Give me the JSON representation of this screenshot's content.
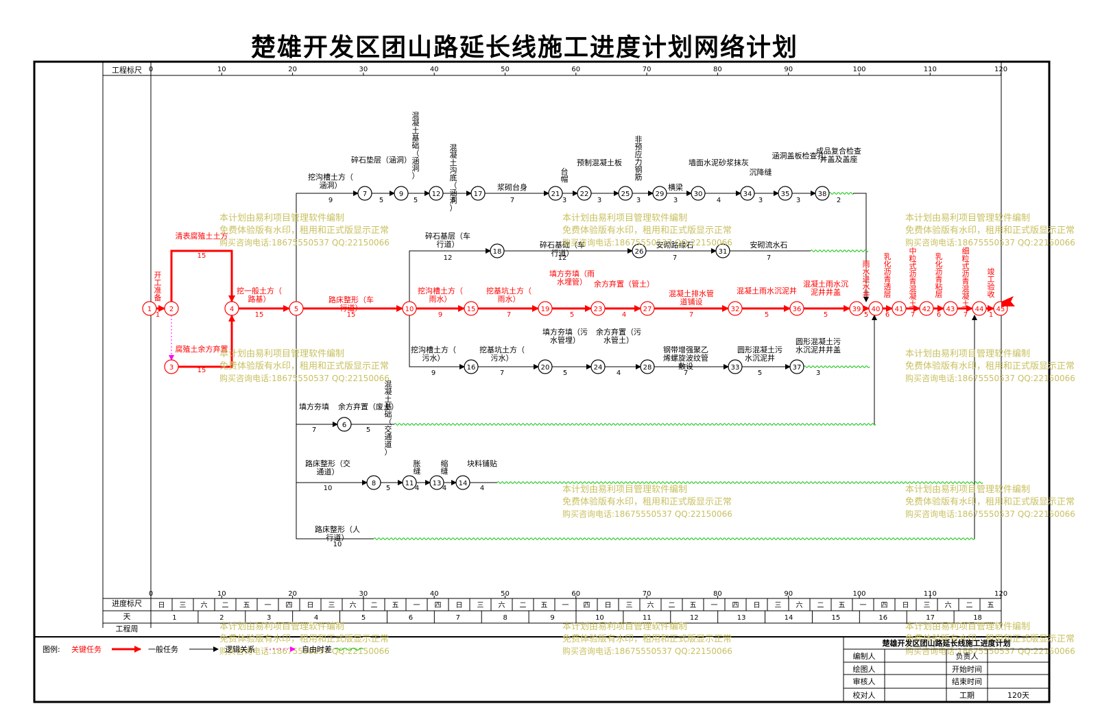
{
  "title": "楚雄开发区团山路延长线施工进度计划网络计划",
  "scale": {
    "top_label": "工程标尺",
    "bottom_label": "进度标尺",
    "ticks": [
      "0",
      "10",
      "20",
      "30",
      "40",
      "50",
      "60",
      "70",
      "80",
      "90",
      "100",
      "110",
      "120"
    ]
  },
  "calendar": {
    "day_label": "天",
    "week_label": "工程周",
    "weekday_cells": [
      "日",
      "三",
      "六",
      "二",
      "五",
      "一",
      "四",
      "日",
      "三",
      "六",
      "二",
      "五",
      "一",
      "四",
      "日",
      "三",
      "六",
      "二",
      "五",
      "一",
      "四",
      "日",
      "三",
      "六",
      "二",
      "五",
      "一",
      "四",
      "日",
      "三",
      "六",
      "二",
      "五",
      "一",
      "四",
      "日",
      "三",
      "六",
      "二",
      "五"
    ],
    "week_numbers": [
      "1",
      "2",
      "3",
      "4",
      "5",
      "6",
      "7",
      "8",
      "9",
      "10",
      "11",
      "12",
      "13",
      "14",
      "15",
      "16",
      "17",
      "18"
    ]
  },
  "nodes": [
    "1",
    "2",
    "3",
    "4",
    "5",
    "6",
    "7",
    "8",
    "9",
    "10",
    "11",
    "12",
    "13",
    "14",
    "15",
    "16",
    "17",
    "18",
    "19",
    "20",
    "21",
    "22",
    "23",
    "24",
    "25",
    "26",
    "27",
    "28",
    "29",
    "30",
    "31",
    "32",
    "33",
    "34",
    "35",
    "36",
    "37",
    "38",
    "39",
    "40",
    "41",
    "42",
    "43",
    "44",
    "45"
  ],
  "activities": [
    {
      "label": "开工准备",
      "duration": "1"
    },
    {
      "label": "清表腐殖土土方",
      "duration": "15"
    },
    {
      "label": "腐殖土余方弃置",
      "duration": "15"
    },
    {
      "label": "挖一般土方（路基）",
      "duration": "15"
    },
    {
      "label": "路床整形（车行道）",
      "duration": "15"
    },
    {
      "label": "挖沟槽土方（雨水）",
      "duration": "9"
    },
    {
      "label": "挖基坑土方（雨水）",
      "duration": "7"
    },
    {
      "label": "填方夯填（雨水埋管）",
      "duration": "5"
    },
    {
      "label": "余方弃置（管土）",
      "duration": "4"
    },
    {
      "label": "混凝土排水管道铺设",
      "duration": "7"
    },
    {
      "label": "混凝土雨水沉泥井",
      "duration": "5"
    },
    {
      "label": "混凝土雨水沉泥井井盖",
      "duration": "5"
    },
    {
      "label": "雨水进水井",
      "duration": "5"
    },
    {
      "label": "乳化沥青透层",
      "duration": "6"
    },
    {
      "label": "中粒式沥青混凝土",
      "duration": "7"
    },
    {
      "label": "乳化沥青粘层",
      "duration": "6"
    },
    {
      "label": "细粒式沥青混凝土",
      "duration": "7"
    },
    {
      "label": "竣工验收",
      "duration": "1"
    },
    {
      "label": "挖沟槽土方（涵洞）",
      "duration": "9"
    },
    {
      "label": "碎石垫层（涵洞）",
      "duration": "5"
    },
    {
      "label": "混凝土基础（涵洞）",
      "duration": "5"
    },
    {
      "label": "混凝土沟底（涵洞）",
      "duration": "6"
    },
    {
      "label": "浆砌台身",
      "duration": "7"
    },
    {
      "label": "台帽",
      "duration": "3"
    },
    {
      "label": "预制混凝土板",
      "duration": "3"
    },
    {
      "label": "非预应力钢筋",
      "duration": "3"
    },
    {
      "label": "横梁",
      "duration": "3"
    },
    {
      "label": "墙面水泥砂浆抹灰",
      "duration": "4"
    },
    {
      "label": "沉降缝",
      "duration": "3"
    },
    {
      "label": "涵洞盖板检查孔",
      "duration": "3"
    },
    {
      "label": "成品复合检查井盖及盖座",
      "duration": "2"
    },
    {
      "label": "碎石基层（车行道）",
      "duration": "12"
    },
    {
      "label": "碎石基础（车行道）",
      "duration": "12"
    },
    {
      "label": "安砌路缘石",
      "duration": "7"
    },
    {
      "label": "安砌流水石",
      "duration": "7"
    },
    {
      "label": "挖沟槽土方（污水）",
      "duration": "9"
    },
    {
      "label": "挖基坑土方（污水）",
      "duration": "7"
    },
    {
      "label": "填方夯填（污水管埋）",
      "duration": "5"
    },
    {
      "label": "余方弃置（污水管土）",
      "duration": "4"
    },
    {
      "label": "钢带增强聚乙烯螺旋波纹管敷设",
      "duration": "7"
    },
    {
      "label": "圆形混凝土污水沉泥井",
      "duration": "5"
    },
    {
      "label": "圆形混凝土污水沉泥井井盖",
      "duration": "3"
    },
    {
      "label": "填方夯填",
      "duration": "7"
    },
    {
      "label": "余方弃置（废土）",
      "duration": "5"
    },
    {
      "label": "路床整形（交通道）",
      "duration": "10"
    },
    {
      "label": "混凝土基础（交通道）",
      "duration": "5"
    },
    {
      "label": "胀缝",
      "duration": "4"
    },
    {
      "label": "缩缝",
      "duration": "4"
    },
    {
      "label": "块料铺贴",
      "duration": "4"
    },
    {
      "label": "路床整形（人行道）",
      "duration": "10"
    }
  ],
  "watermark": {
    "line1": "本计划由易利项目管理软件编制",
    "line2": "免费体验版有水印，租用和正式版显示正常",
    "line3": "购买咨询电话:18675550537 QQ:22150066"
  },
  "legend": {
    "label": "图例:",
    "critical": "关键任务",
    "normal": "一般任务",
    "logic": "逻辑关系",
    "float": "自由时差"
  },
  "info": {
    "title": "楚雄开发区团山路延长线施工进度计划",
    "rows": [
      {
        "left_label": "编制人",
        "right_label": "负责人",
        "right_value": ""
      },
      {
        "left_label": "绘图人",
        "right_label": "开始时间",
        "right_value": ""
      },
      {
        "left_label": "审核人",
        "right_label": "结束时间",
        "right_value": ""
      },
      {
        "left_label": "校对人",
        "right_label": "工期",
        "right_value": "120天"
      }
    ]
  },
  "colors": {
    "critical": "#ff0000",
    "normal": "#000000",
    "float": "#00c000",
    "logic": "#ff00ff",
    "watermark": "#c8c060"
  }
}
